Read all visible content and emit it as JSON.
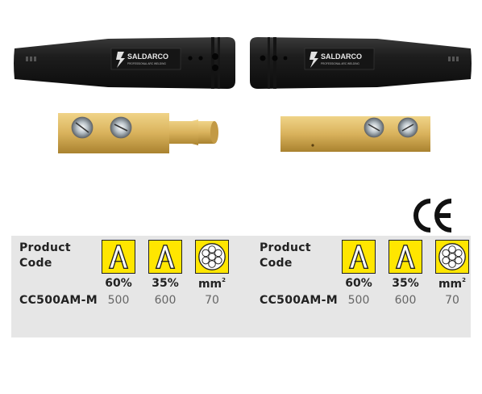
{
  "brand": {
    "name": "SALDARCO",
    "tagline": "PROFESSIONAL ARC WELDING"
  },
  "certification": "CE",
  "colors": {
    "sleeve": "#1c1c1c",
    "brass": "#d9b25c",
    "icon_yellow": "#ffe600",
    "panel": "#e6e6e6"
  },
  "spec_tables": [
    {
      "header_label_line1": "Product",
      "header_label_line2": "Code",
      "columns": [
        {
          "icon": "current-a-icon",
          "label": "60%"
        },
        {
          "icon": "current-a-icon",
          "label": "35%"
        },
        {
          "icon": "cable-cross-section-icon",
          "label": "mm",
          "sup": "2"
        }
      ],
      "row": {
        "code": "CC500AM-M",
        "values": [
          "500",
          "600",
          "70"
        ]
      }
    },
    {
      "header_label_line1": "Product",
      "header_label_line2": "Code",
      "columns": [
        {
          "icon": "current-a-icon",
          "label": "60%"
        },
        {
          "icon": "current-a-icon",
          "label": "35%"
        },
        {
          "icon": "cable-cross-section-icon",
          "label": "mm",
          "sup": "2"
        }
      ],
      "row": {
        "code": "CC500AM-M",
        "values": [
          "500",
          "600",
          "70"
        ]
      }
    }
  ]
}
